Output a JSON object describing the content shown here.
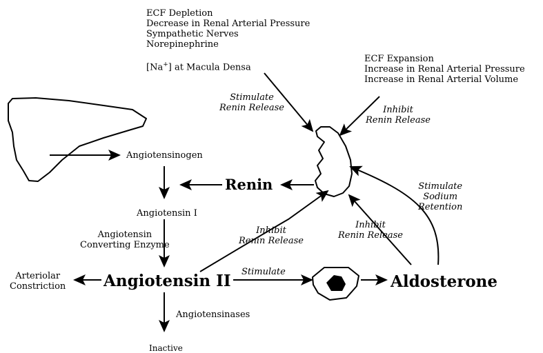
{
  "top_factors": [
    "ECF Depletion",
    "Decrease in Renal Arterial Pressure",
    "Sympathetic Nerves",
    "Norepinephrine"
  ],
  "sodium_macula": {
    "prefix": "[Na",
    "sup": "+",
    "suffix": "] at Macula Densa"
  },
  "right_factors": [
    "ECF Expansion",
    "Increase in Renal Arterial Pressure",
    "Increase in Renal Arterial Volume"
  ],
  "labels": {
    "stimulate_renin_release": [
      "Stimulate",
      "Renin Release"
    ],
    "inhibit_renin_release_top": [
      "Inhibit",
      "Renin Release"
    ],
    "angiotensinogen": "Angiotensinogen",
    "renin": "Renin",
    "angiotensin_1": "Angiotensin I",
    "ace": [
      "Angiotensin",
      "Converting Enzyme"
    ],
    "angiotensin_2": "Angiotensin II",
    "arteriolar_constriction": [
      "Arteriolar",
      "Constriction"
    ],
    "angiotensinases": "Angiotensinases",
    "inactive": "Inactive",
    "inhibit_renin_release_mid": [
      "Inhibit",
      "Renin Release"
    ],
    "inhibit_renin_release_right": [
      "Inhibit",
      "Renin Release"
    ],
    "stimulate": "Stimulate",
    "aldosterone": "Aldosterone",
    "stimulate_sodium_retention": [
      "Stimulate",
      "Sodium",
      "Retention"
    ]
  }
}
